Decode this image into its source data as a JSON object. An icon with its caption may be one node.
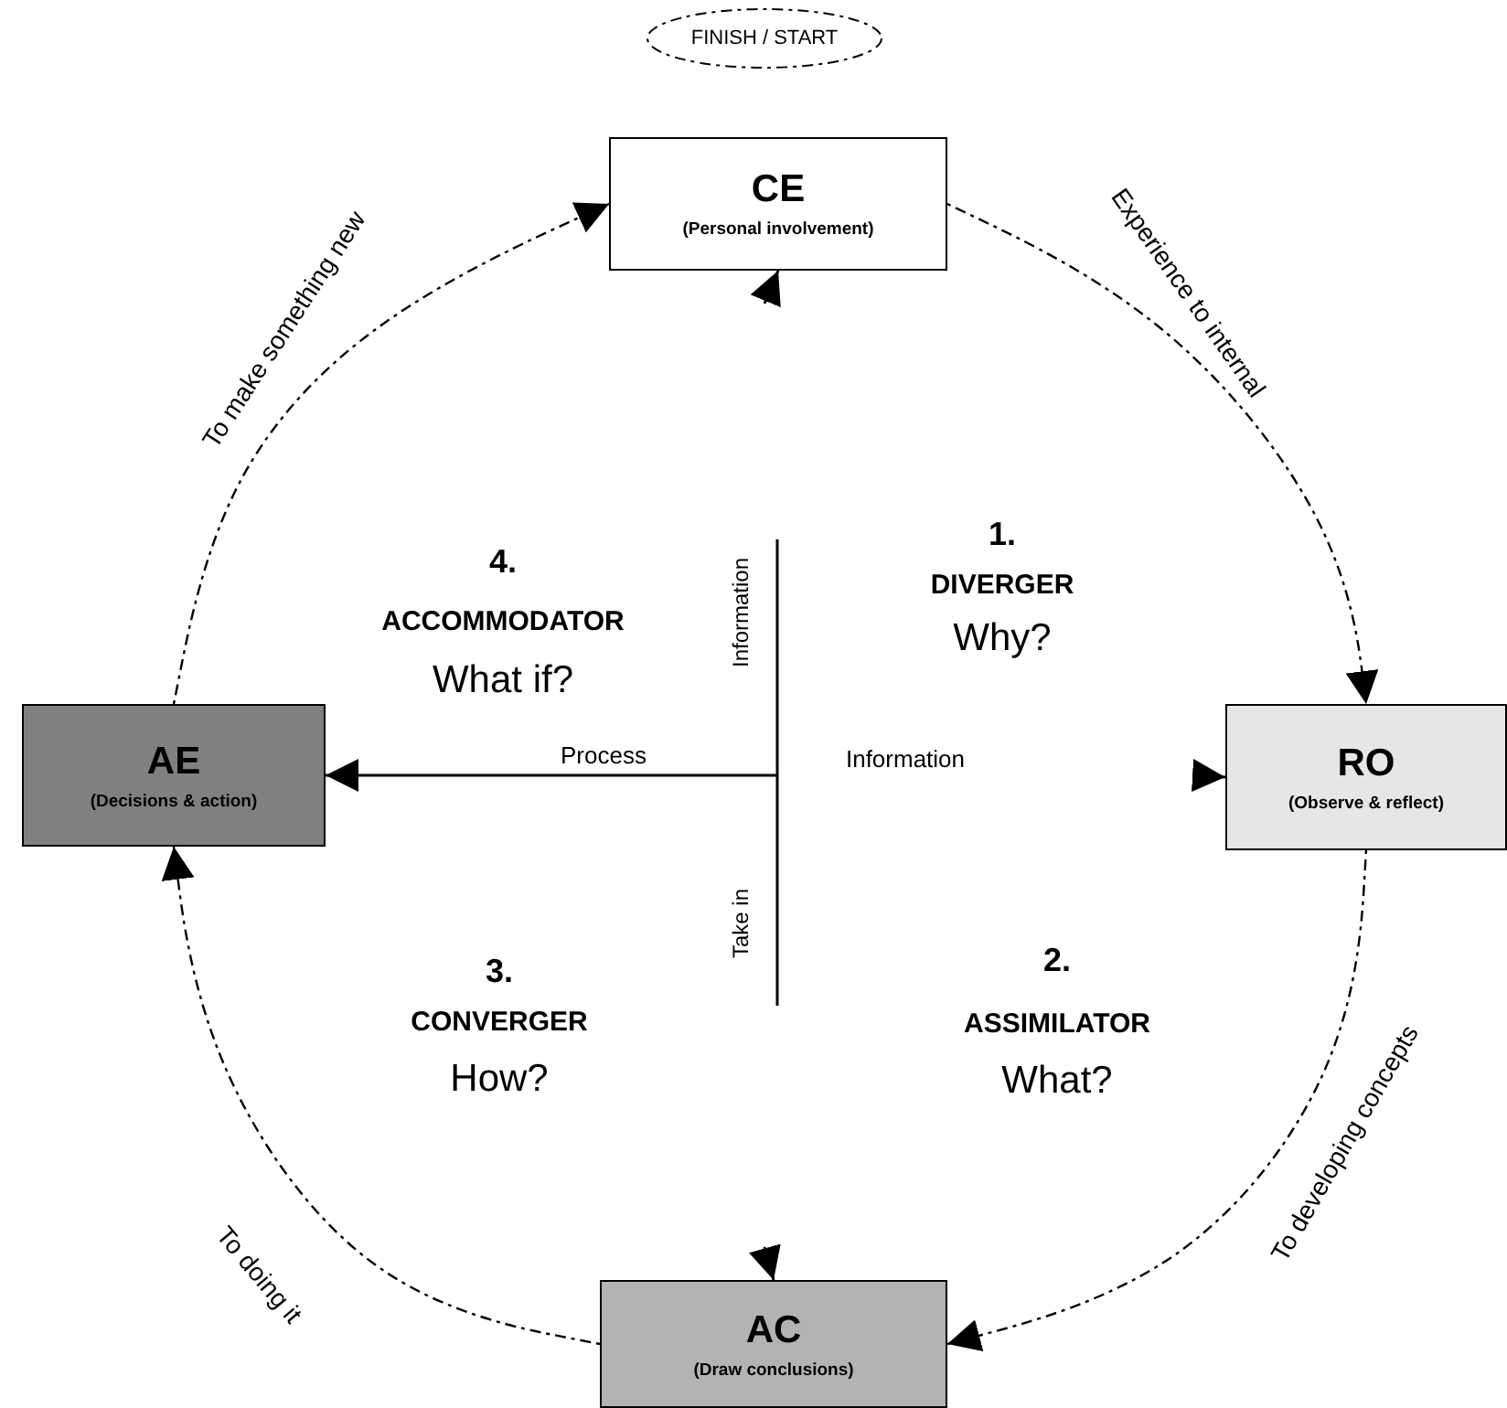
{
  "diagram": {
    "nodes": [
      {
        "text": [
          "FINISH / START"
        ]
      },
      {
        "text": [
          "CE",
          "(Personal involvement)"
        ]
      },
      {
        "text": [
          "RO",
          "(Observe & reflect)"
        ]
      },
      {
        "text": [
          "AC",
          "(Draw conclusions)"
        ]
      },
      {
        "text": [
          "AE",
          "(Decisions & action)"
        ]
      }
    ],
    "edges": [
      {
        "from": 4,
        "to": 1,
        "arrow": "to",
        "style": "dashed",
        "label": "To make something new"
      },
      {
        "from": 1,
        "to": 2,
        "arrow": "to",
        "style": "dashed",
        "label": "Experience to internal"
      },
      {
        "from": 2,
        "to": 3,
        "arrow": "to",
        "style": "dashed",
        "label": "To developing concepts"
      },
      {
        "from": 3,
        "to": 4,
        "arrow": "to",
        "style": "dashed",
        "label": "To doing it"
      },
      {
        "from": null,
        "to": 4,
        "arrow": "to",
        "label": "Process"
      },
      {
        "from": null,
        "to": 2,
        "arrow": "to"
      },
      {
        "from": null,
        "to": 1,
        "arrow": "to"
      },
      {
        "from": null,
        "to": 3,
        "arrow": "to"
      }
    ],
    "labels": [
      "4.",
      "ACCOMMODATOR",
      "What if?",
      "1.",
      "DIVERGER",
      "Why?",
      "Information",
      "Information",
      "Take in",
      "3.",
      "CONVERGER",
      "How?",
      "2.",
      "ASSIMILATOR",
      "What?"
    ]
  }
}
